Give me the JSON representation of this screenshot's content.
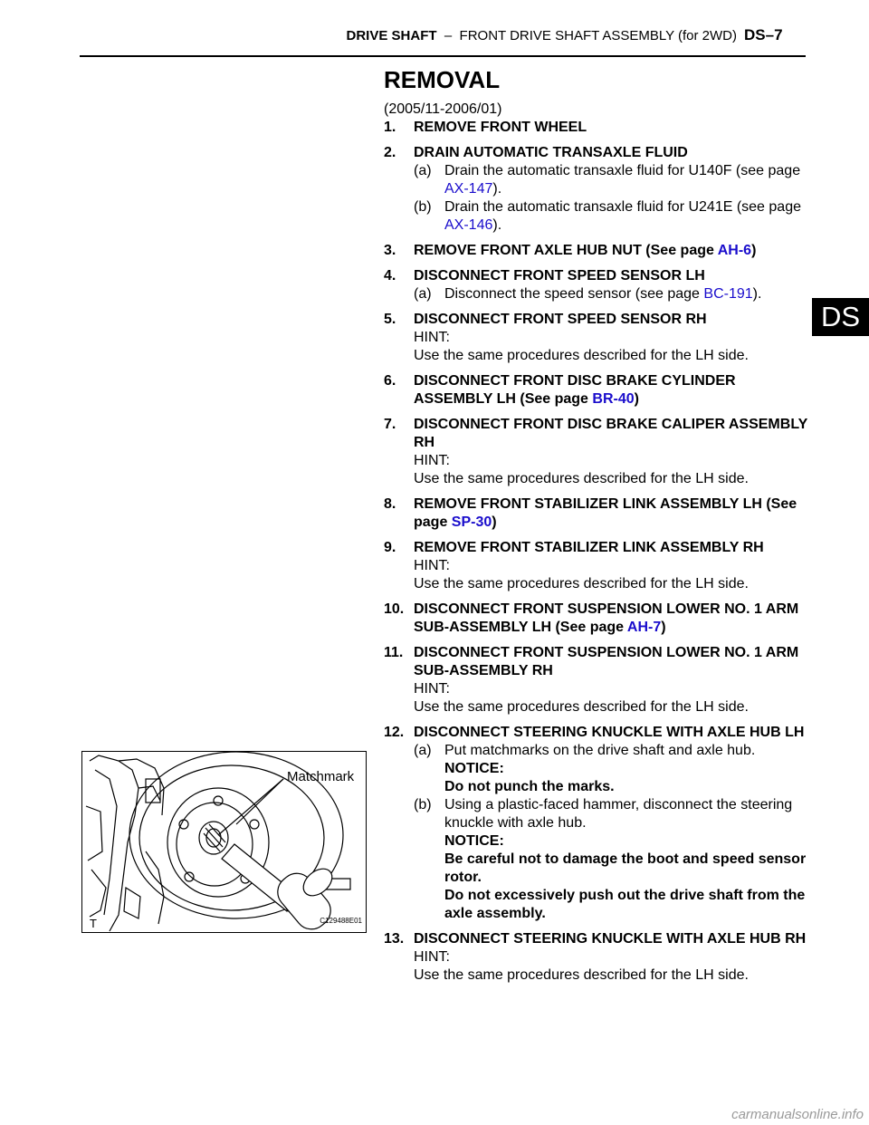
{
  "header": {
    "section": "DRIVE SHAFT",
    "subtitle": "  –  FRONT DRIVE SHAFT ASSEMBLY (for 2WD)",
    "page": "DS–7"
  },
  "side_tab": "DS",
  "heading": "REMOVAL",
  "date_range": "(2005/11-2006/01)",
  "steps": [
    {
      "num": "1.",
      "title": "REMOVE FRONT WHEEL"
    },
    {
      "num": "2.",
      "title": "DRAIN AUTOMATIC TRANSAXLE FLUID",
      "subs": [
        {
          "label": "(a)",
          "text": "Drain the automatic transaxle fluid for U140F (see page ",
          "link": "AX-147",
          "after": ")."
        },
        {
          "label": "(b)",
          "text": "Drain the automatic transaxle fluid for U241E (see page ",
          "link": "AX-146",
          "after": ")."
        }
      ]
    },
    {
      "num": "3.",
      "title": "REMOVE FRONT AXLE HUB NUT (See page ",
      "link": "AH-6",
      "after": ")"
    },
    {
      "num": "4.",
      "title": "DISCONNECT FRONT SPEED SENSOR LH",
      "subs": [
        {
          "label": "(a)",
          "text": "Disconnect the speed sensor (see page ",
          "link": "BC-191",
          "after": ")."
        }
      ]
    },
    {
      "num": "5.",
      "title": "DISCONNECT FRONT SPEED SENSOR RH",
      "hint": "HINT:",
      "hint_text": "Use the same procedures described for the LH side."
    },
    {
      "num": "6.",
      "title": "DISCONNECT FRONT DISC BRAKE CYLINDER ASSEMBLY LH (See page ",
      "link": "BR-40",
      "after": ")"
    },
    {
      "num": "7.",
      "title": "DISCONNECT FRONT DISC BRAKE CALIPER ASSEMBLY RH",
      "hint": "HINT:",
      "hint_text": "Use the same procedures described for the LH side."
    },
    {
      "num": "8.",
      "title": "REMOVE FRONT STABILIZER LINK ASSEMBLY LH (See page ",
      "link": "SP-30",
      "after": ")"
    },
    {
      "num": "9.",
      "title": "REMOVE FRONT STABILIZER LINK ASSEMBLY RH",
      "hint": "HINT:",
      "hint_text": "Use the same procedures described for the LH side."
    },
    {
      "num": "10.",
      "title": "DISCONNECT FRONT SUSPENSION LOWER NO. 1 ARM SUB-ASSEMBLY LH (See page ",
      "link": "AH-7",
      "after": ")"
    },
    {
      "num": "11.",
      "title": "DISCONNECT FRONT SUSPENSION LOWER NO. 1 ARM SUB-ASSEMBLY RH",
      "hint": "HINT:",
      "hint_text": "Use the same procedures described for the LH side."
    },
    {
      "num": "12.",
      "title": "DISCONNECT STEERING KNUCKLE WITH AXLE HUB LH",
      "subs": [
        {
          "label": "(a)",
          "text": "Put matchmarks on the drive shaft and axle hub.",
          "notice": "NOTICE:",
          "notice_lines": [
            "Do not punch the marks."
          ]
        },
        {
          "label": "(b)",
          "text": "Using a plastic-faced hammer, disconnect the steering knuckle with axle hub.",
          "notice": "NOTICE:",
          "notice_lines": [
            "Be careful not to damage the boot and speed sensor rotor.",
            "Do not excessively push out the drive shaft from the axle assembly."
          ]
        }
      ]
    },
    {
      "num": "13.",
      "title": "DISCONNECT STEERING KNUCKLE WITH AXLE HUB RH",
      "hint": "HINT:",
      "hint_text": "Use the same procedures described for the LH side."
    }
  ],
  "figure": {
    "label": "Matchmark",
    "id": "C129488E01",
    "corner": "T"
  },
  "footer": "carmanualsonline.info"
}
